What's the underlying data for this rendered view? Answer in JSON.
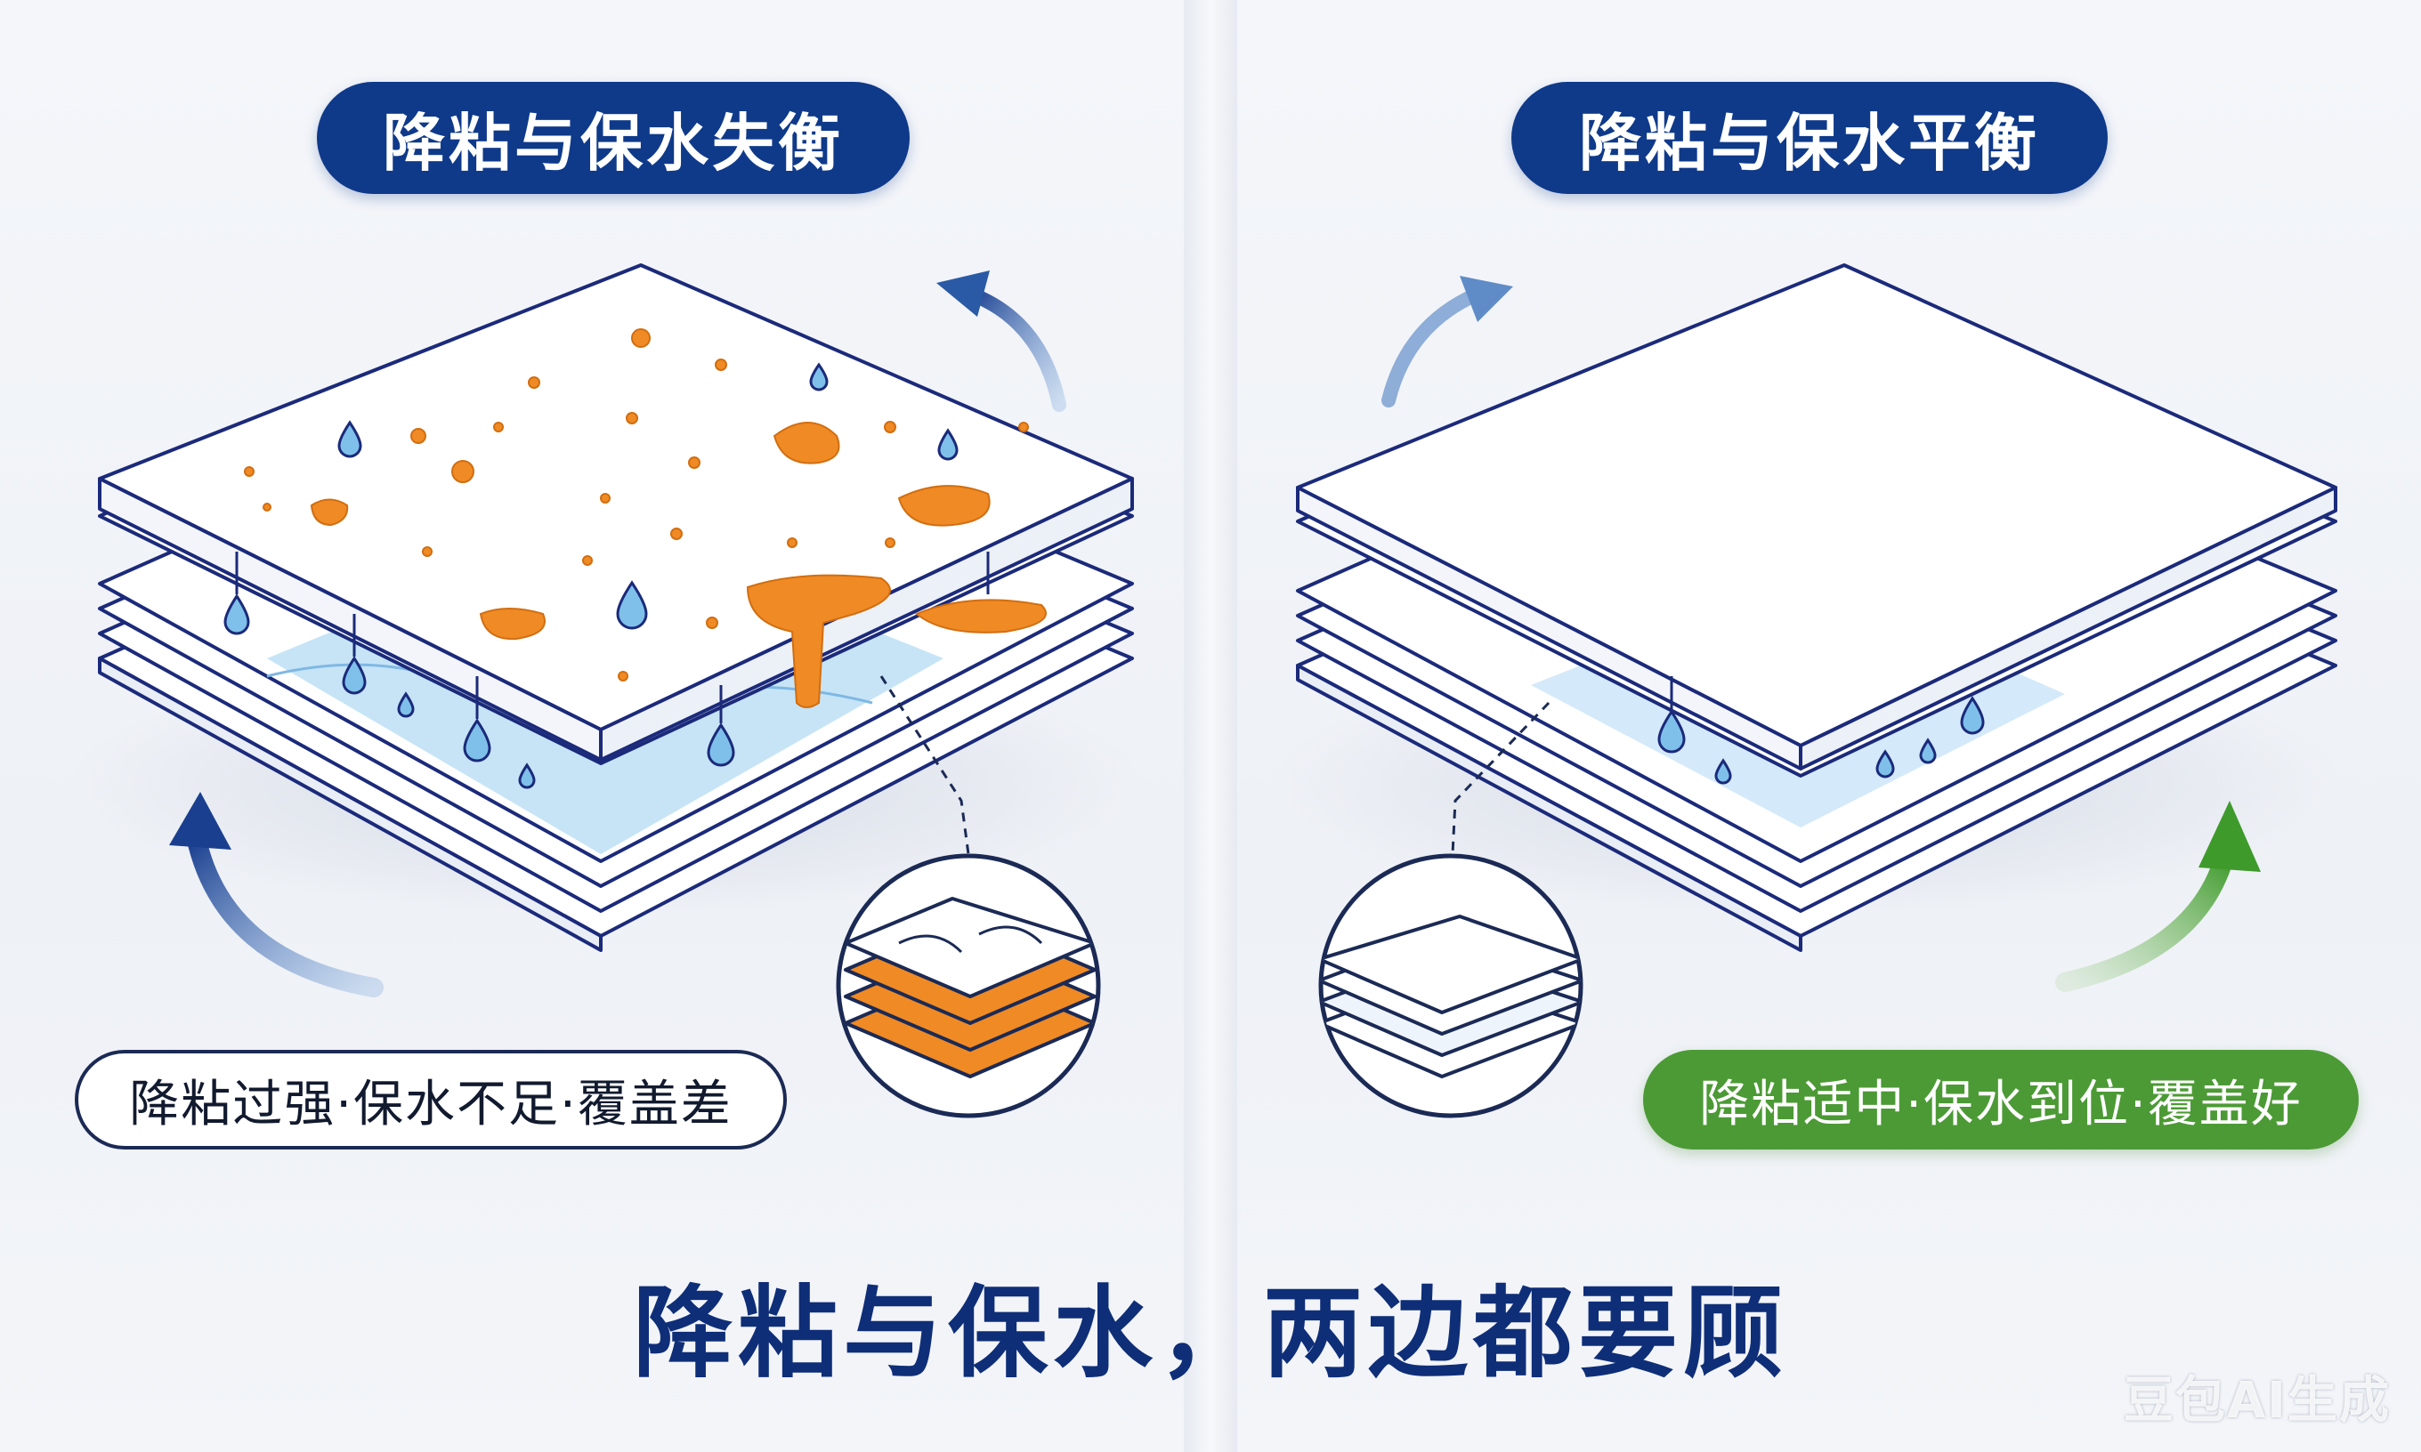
{
  "left_panel": {
    "title": "降粘与保水失衡",
    "status": "降粘过强·保水不足·覆盖差"
  },
  "right_panel": {
    "title": "降粘与保水平衡",
    "status": "降粘适中·保水到位·覆盖好"
  },
  "footer": {
    "headline": "降粘与保水，两边都要顾"
  },
  "watermark": "豆包AI生成",
  "colors": {
    "navy": "#0f3a8a",
    "outline": "#1b2a7a",
    "orange": "#f08a24",
    "water": "#a9d4f2",
    "green": "#4c9a35",
    "arrow_blue": "#1f4f9c"
  },
  "icons": [
    "water-drop-icon",
    "curved-arrow-icon",
    "magnifier-circle-icon"
  ]
}
